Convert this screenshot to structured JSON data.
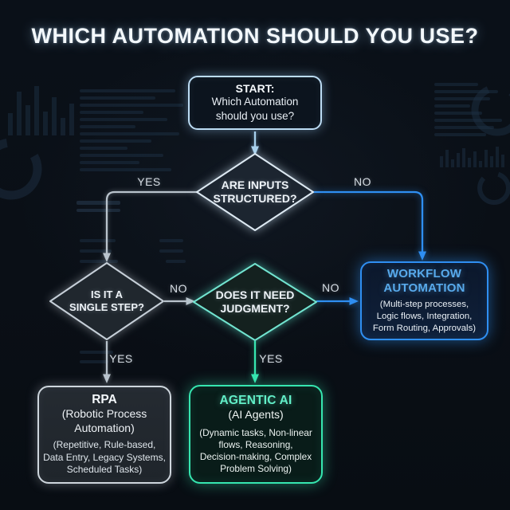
{
  "title": "WHICH AUTOMATION SHOULD YOU USE?",
  "colors": {
    "background": "#0a0f16",
    "start_border": "#bcdcf4",
    "neutral_line": "#b9c3cc",
    "blue": "#2f8ff2",
    "workflow_title": "#58aaec",
    "teal": "#36e6b0",
    "agentic_title": "#62efc8",
    "rpa_border": "#ced6dd",
    "label_text": "#d6dde4"
  },
  "flowchart": {
    "start": {
      "title": "START:",
      "lines": [
        "Which Automation",
        "should you use?"
      ]
    },
    "decisions": {
      "inputs_structured": {
        "lines": [
          "ARE INPUTS",
          "STRUCTURED?"
        ]
      },
      "single_step": {
        "lines": [
          "IS IT A",
          "SINGLE STEP?"
        ]
      },
      "needs_judgment": {
        "lines": [
          "DOES IT NEED",
          "JUDGMENT?"
        ]
      }
    },
    "outcomes": {
      "workflow": {
        "title_lines": [
          "WORKFLOW",
          "AUTOMATION"
        ],
        "body_lines": [
          "(Multi-step processes,",
          "Logic flows, Integration,",
          "Form Routing, Approvals)"
        ]
      },
      "rpa": {
        "title": "RPA",
        "subtitle_lines": [
          "(Robotic Process",
          "Automation)"
        ],
        "body_lines": [
          "(Repetitive, Rule-based,",
          "Data Entry, Legacy Systems,",
          "Scheduled Tasks)"
        ]
      },
      "agentic": {
        "title": "AGENTIC AI",
        "subtitle": "(AI Agents)",
        "body_lines": [
          "(Dynamic tasks, Non-linear",
          "flows, Reasoning,",
          "Decision-making, Complex",
          "Problem Solving)"
        ]
      }
    },
    "edge_labels": {
      "structured_yes": "YES",
      "structured_no": "NO",
      "single_step_no": "NO",
      "single_step_yes": "YES",
      "judgment_no": "NO",
      "judgment_yes": "YES"
    }
  }
}
